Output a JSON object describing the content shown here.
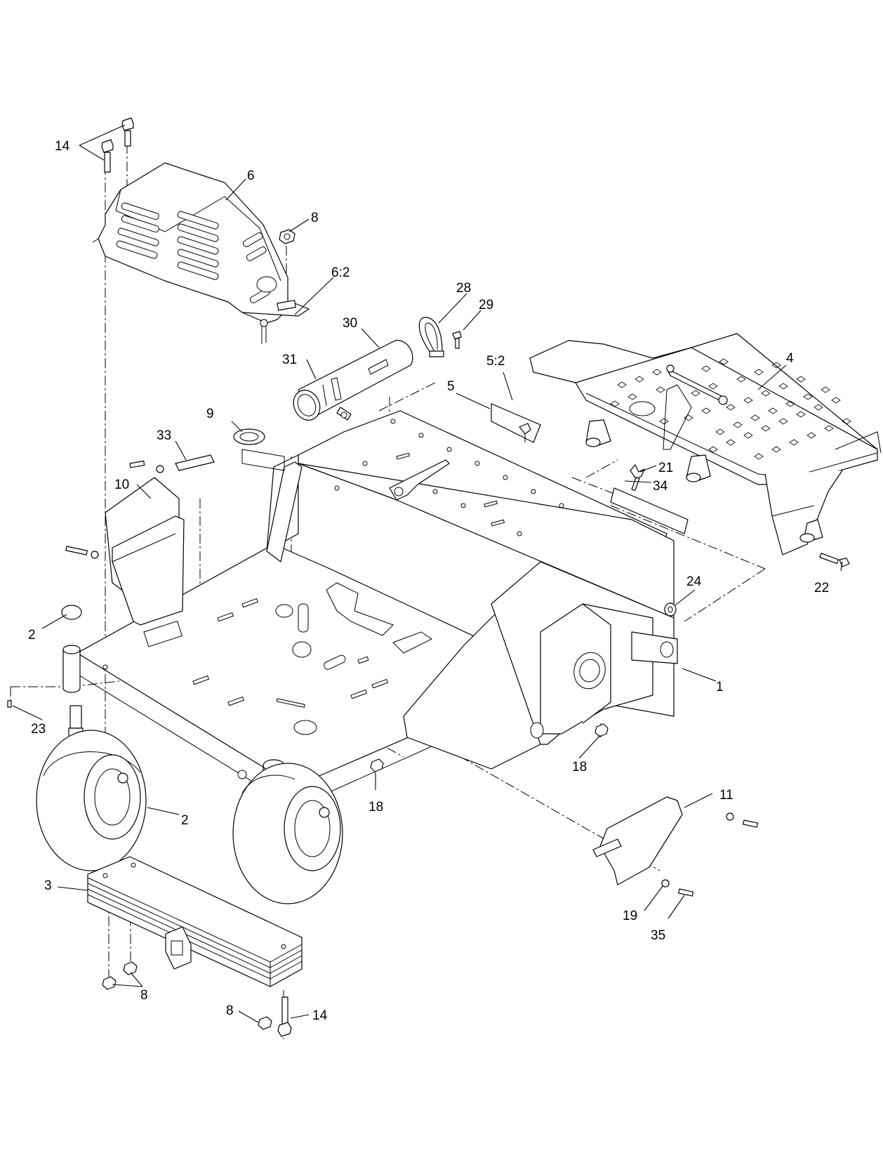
{
  "callouts": {
    "c1": "1",
    "c2a": "2",
    "c2b": "2",
    "c3": "3",
    "c4": "4",
    "c5": "5",
    "c5_2": "5:2",
    "c6": "6",
    "c6_2": "6:2",
    "c8a": "8",
    "c8b": "8",
    "c8c": "8",
    "c9": "9",
    "c10": "10",
    "c11": "11",
    "c14a": "14",
    "c14b": "14",
    "c18a": "18",
    "c18b": "18",
    "c19": "19",
    "c21": "21",
    "c22": "22",
    "c23": "23",
    "c24": "24",
    "c28": "28",
    "c29": "29",
    "c30": "30",
    "c31": "31",
    "c33": "33",
    "c34": "34",
    "c35": "35"
  },
  "colors": {
    "line": "#000000",
    "background": "#ffffff"
  }
}
